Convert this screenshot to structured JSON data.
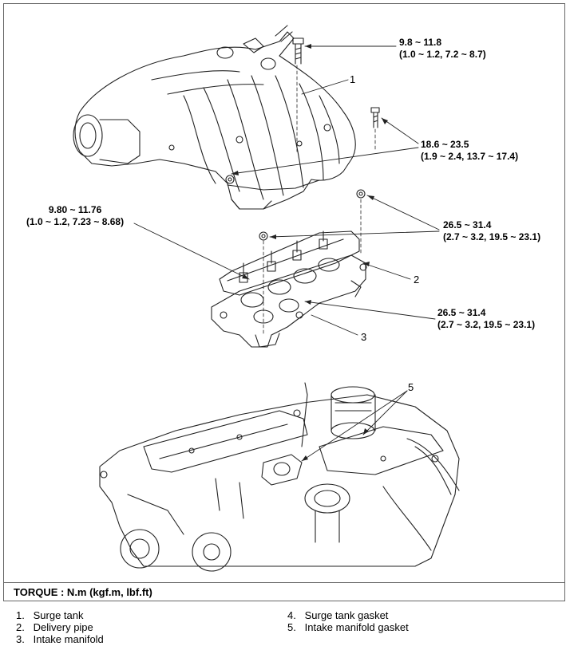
{
  "callouts": [
    {
      "value": "9.8 ~ 11.8",
      "units": "(1.0 ~ 1.2, 7.2 ~ 8.7)"
    },
    {
      "value": "18.6 ~ 23.5",
      "units": "(1.9 ~ 2.4, 13.7 ~ 17.4)"
    },
    {
      "value": "9.80 ~ 11.76",
      "units": "(1.0 ~ 1.2, 7.23 ~ 8.68)"
    },
    {
      "value": "26.5 ~ 31.4",
      "units": "(2.7 ~ 3.2, 19.5 ~ 23.1)"
    },
    {
      "value": "26.5 ~ 31.4",
      "units": "(2.7 ~ 3.2, 19.5 ~ 23.1)"
    }
  ],
  "part_numbers": [
    "1",
    "2",
    "3",
    "5"
  ],
  "torque_title": "TORQUE : N.m (kgf.m, lbf.ft)",
  "legend": [
    {
      "num": "1.",
      "label": "Surge tank"
    },
    {
      "num": "2.",
      "label": "Delivery pipe"
    },
    {
      "num": "3.",
      "label": "Intake manifold"
    },
    {
      "num": "4.",
      "label": "Surge tank gasket"
    },
    {
      "num": "5.",
      "label": "Intake manifold gasket"
    }
  ]
}
